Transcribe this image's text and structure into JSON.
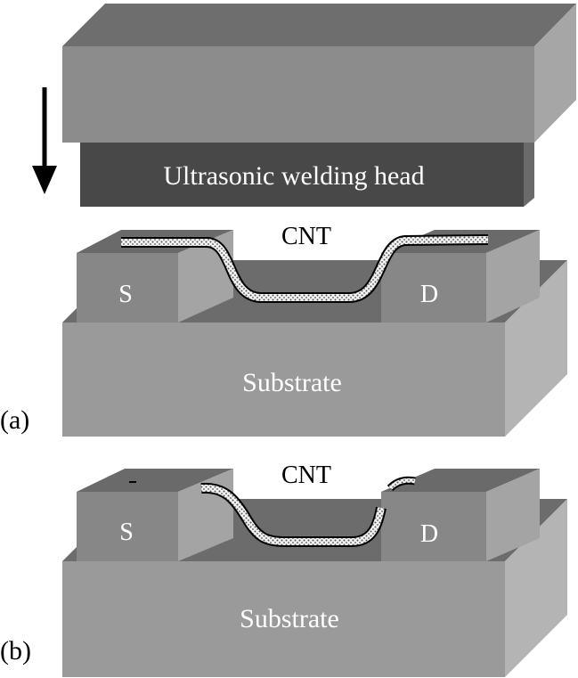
{
  "head": {
    "label": "Ultrasonic welding head"
  },
  "panel_a": {
    "tag": "(a)",
    "cnt_label": "CNT",
    "source_label": "S",
    "drain_label": "D",
    "substrate_label": "Substrate"
  },
  "panel_b": {
    "tag": "(b)",
    "cnt_label": "CNT",
    "source_label": "S",
    "drain_label": "D",
    "substrate_label": "Substrate"
  },
  "colors": {
    "head_top": "#6e6e6e",
    "head_front": "#8c8c8c",
    "head_side": "#a6a6a6",
    "horn_front": "#484848",
    "substrate_top": "#6c6c6c",
    "substrate_front": "#9a9a9a",
    "substrate_side": "#b4b4b4",
    "electrode_top": "#6a6a6a",
    "electrode_front": "#878787",
    "electrode_side": "#a4a4a4",
    "arrow": "#000000"
  }
}
